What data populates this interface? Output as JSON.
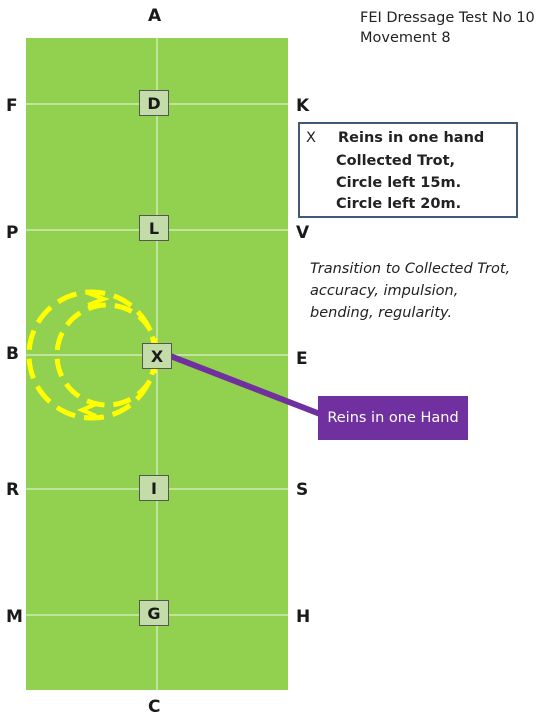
{
  "header": {
    "line1": "FEI Dressage Test No 10",
    "line2": "Movement 8"
  },
  "arena": {
    "letters": {
      "A": "A",
      "C": "C",
      "F": "F",
      "K": "K",
      "P": "P",
      "V": "V",
      "B": "B",
      "E": "E",
      "R": "R",
      "S": "S",
      "M": "M",
      "H": "H"
    },
    "markers": {
      "D": "D",
      "L": "L",
      "X": "X",
      "I": "I",
      "G": "G"
    },
    "colors": {
      "arena": "#92d050",
      "circle": "#ffff00",
      "rein_line": "#7030a0"
    }
  },
  "movement_box": {
    "marker": "X",
    "line1": "Reins in one hand",
    "line2": "Collected Trot,",
    "line3": "Circle left 15m.",
    "line4": "Circle left 20m."
  },
  "notes": {
    "line1": "Transition to Collected Trot,",
    "line2": "accuracy, impulsion,",
    "line3": "bending, regularity."
  },
  "rein_label": "Reins in one Hand"
}
